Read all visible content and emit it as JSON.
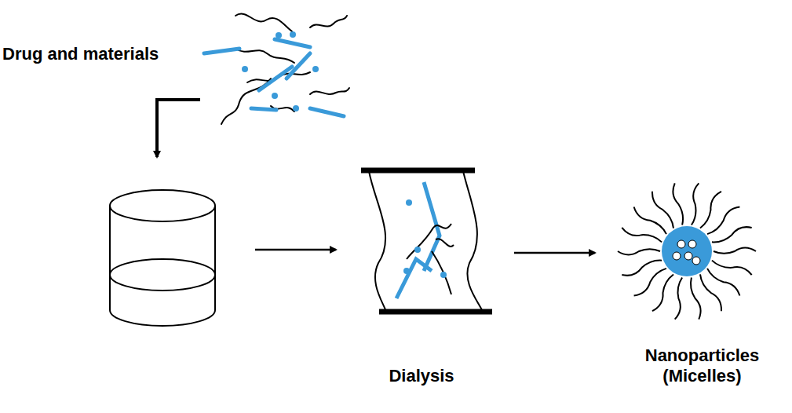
{
  "diagram": {
    "labels": [
      "Drug and materials",
      "Dialysis",
      "Nanoparticles (Micelles)"
    ]
  }
}
